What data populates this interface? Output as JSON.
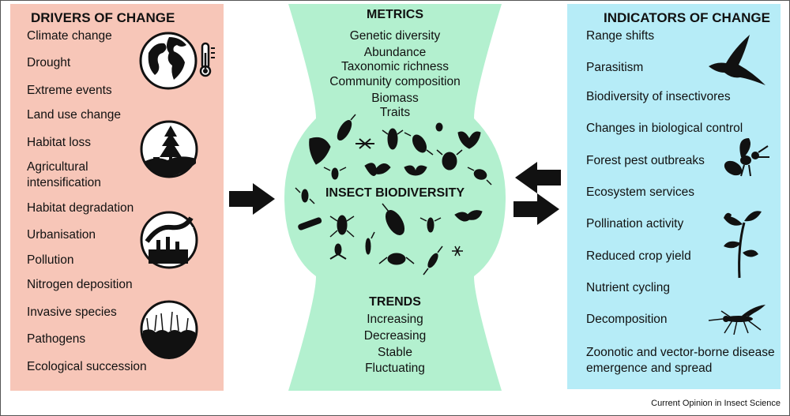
{
  "drivers": {
    "title": "DRIVERS OF CHANGE",
    "items": [
      "Climate change",
      "Drought",
      "Extreme events",
      "Land use change",
      "Habitat loss",
      "Agricultural intensification",
      "Habitat degradation",
      "Urbanisation",
      "Pollution",
      "Nitrogen deposition",
      "Invasive species",
      "Pathogens",
      "Ecological succession"
    ]
  },
  "metrics": {
    "title": "METRICS",
    "items": [
      "Genetic diversity",
      "Abundance",
      "Taxonomic richness",
      "Community composition",
      "Biomass",
      "Traits"
    ]
  },
  "center": {
    "label": "INSECT BIODIVERSITY"
  },
  "trends": {
    "title": "TRENDS",
    "items": [
      "Increasing",
      "Decreasing",
      "Stable",
      "Fluctuating"
    ]
  },
  "indicators": {
    "title": "INDICATORS OF CHANGE",
    "items": [
      "Range shifts",
      "Parasitism",
      "Biodiversity of insectivores",
      "Changes in biological control",
      "Forest pest outbreaks",
      "Ecosystem services",
      "Pollination activity",
      "Reduced crop yield",
      "Nutrient cycling",
      "Decomposition",
      "Zoonotic and vector-borne disease emergence and spread"
    ]
  },
  "credit": "Current Opinion in Insect Science",
  "colors": {
    "drivers_bg": "#f7c6b8",
    "center_bg": "#b3f0cf",
    "indicators_bg": "#b6ecf7",
    "arrow": "#111111"
  },
  "icons": [
    "globe-icon",
    "thermometer-icon",
    "forest-landscape-icon",
    "factory-pollution-icon",
    "grassland-icon",
    "insect-silhouettes",
    "swallow-bird-icon",
    "wasp-icon",
    "flowering-plant-icon",
    "mosquito-icon",
    "arrow-right-icon",
    "arrow-left-icon"
  ]
}
